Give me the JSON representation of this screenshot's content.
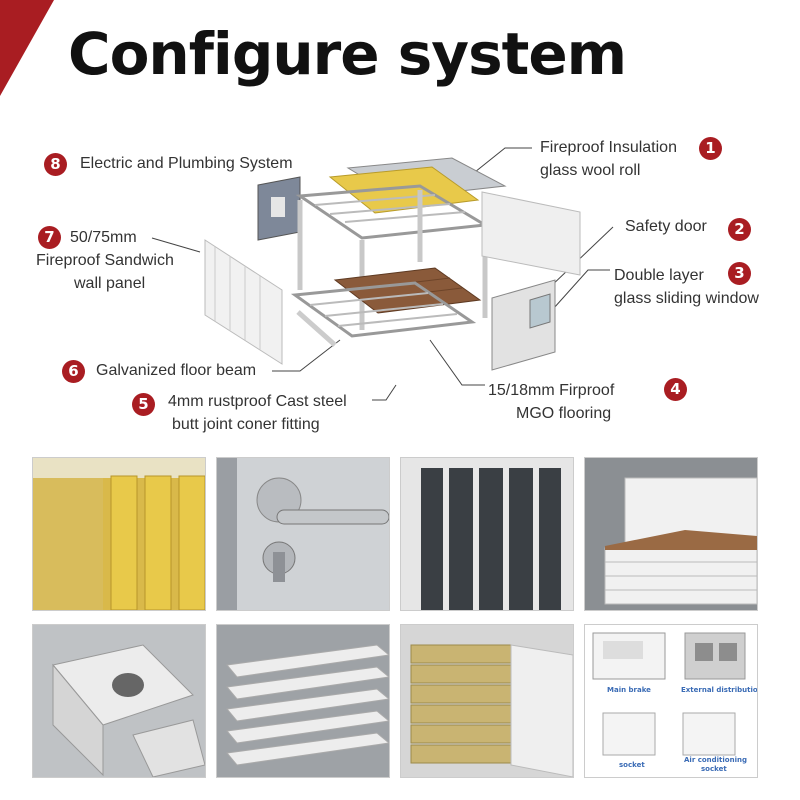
{
  "title": "Configure system",
  "components": [
    {
      "num": "1",
      "line1": "Fireproof Insulation",
      "line2": "glass wool roll"
    },
    {
      "num": "2",
      "line1": "Safety door"
    },
    {
      "num": "3",
      "line1": "Double layer",
      "line2": "glass sliding window"
    },
    {
      "num": "4",
      "line1": "15/18mm Firproof",
      "line2": "MGO flooring"
    },
    {
      "num": "5",
      "line1": "4mm rustproof Cast steel",
      "line2": "butt joint coner fitting"
    },
    {
      "num": "6",
      "line1": "Galvanized floor beam"
    },
    {
      "num": "7",
      "line1": "50/75mm",
      "line2": "Fireproof Sandwich",
      "line3": "wall panel"
    },
    {
      "num": "8",
      "line1": "Electric and Plumbing System"
    }
  ],
  "electrical_captions": {
    "main_brake": "Main brake",
    "external_distribution": "External distribution",
    "socket": "socket",
    "ac_socket_line1": "Air conditioning",
    "ac_socket_line2": "socket"
  },
  "colors": {
    "accent": "#a91d22",
    "glass_wool": "#e8c94a",
    "wood_floor": "#8a5a3a"
  }
}
